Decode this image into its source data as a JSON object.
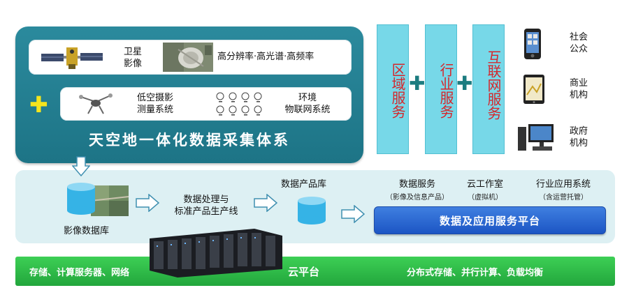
{
  "acquisition": {
    "title": "天空地一体化数据采集体系",
    "satellite": {
      "label_line1": "卫星",
      "label_line2": "影像",
      "features": "高分辨率·高光谱·高频率"
    },
    "uav": {
      "label_line1": "低空摄影",
      "label_line2": "测量系统"
    },
    "iot": {
      "label_line1": "环境",
      "label_line2": "物联网系统"
    }
  },
  "services": [
    {
      "label": "区域服务"
    },
    {
      "label": "行业服务"
    },
    {
      "label": "互联网服务"
    }
  ],
  "audiences": [
    {
      "line1": "社会",
      "line2": "公众"
    },
    {
      "line1": "商业",
      "line2": "机构"
    },
    {
      "line1": "政府",
      "line2": "机构"
    }
  ],
  "pipeline": {
    "image_db": "影像数据库",
    "processing_line1": "数据处理与",
    "processing_line2": "标准产品生产线",
    "product_db": "数据产品库",
    "data_service": {
      "title": "数据服务",
      "sub": "（影像及信息产品）"
    },
    "cloud_studio": {
      "title": "云工作室",
      "sub": "（虚拟机）"
    },
    "industry_app": {
      "title": "行业应用系统",
      "sub": "（含运营托管）"
    },
    "platform": "数据及应用服务平台"
  },
  "cloud": {
    "left": "存储、计算服务器、网络",
    "center": "云平台",
    "right": "分布式存储、并行计算、负载均衡"
  },
  "colors": {
    "panel_teal": "#1d7486",
    "service_box": "#77d8e8",
    "service_text": "#d6262b",
    "plus_yellow": "#f5e51d",
    "plus_teal": "#1c7c80",
    "platform_blue": "#1c55c4",
    "cloud_green": "#22a63c",
    "band": "#ddf0f3"
  }
}
